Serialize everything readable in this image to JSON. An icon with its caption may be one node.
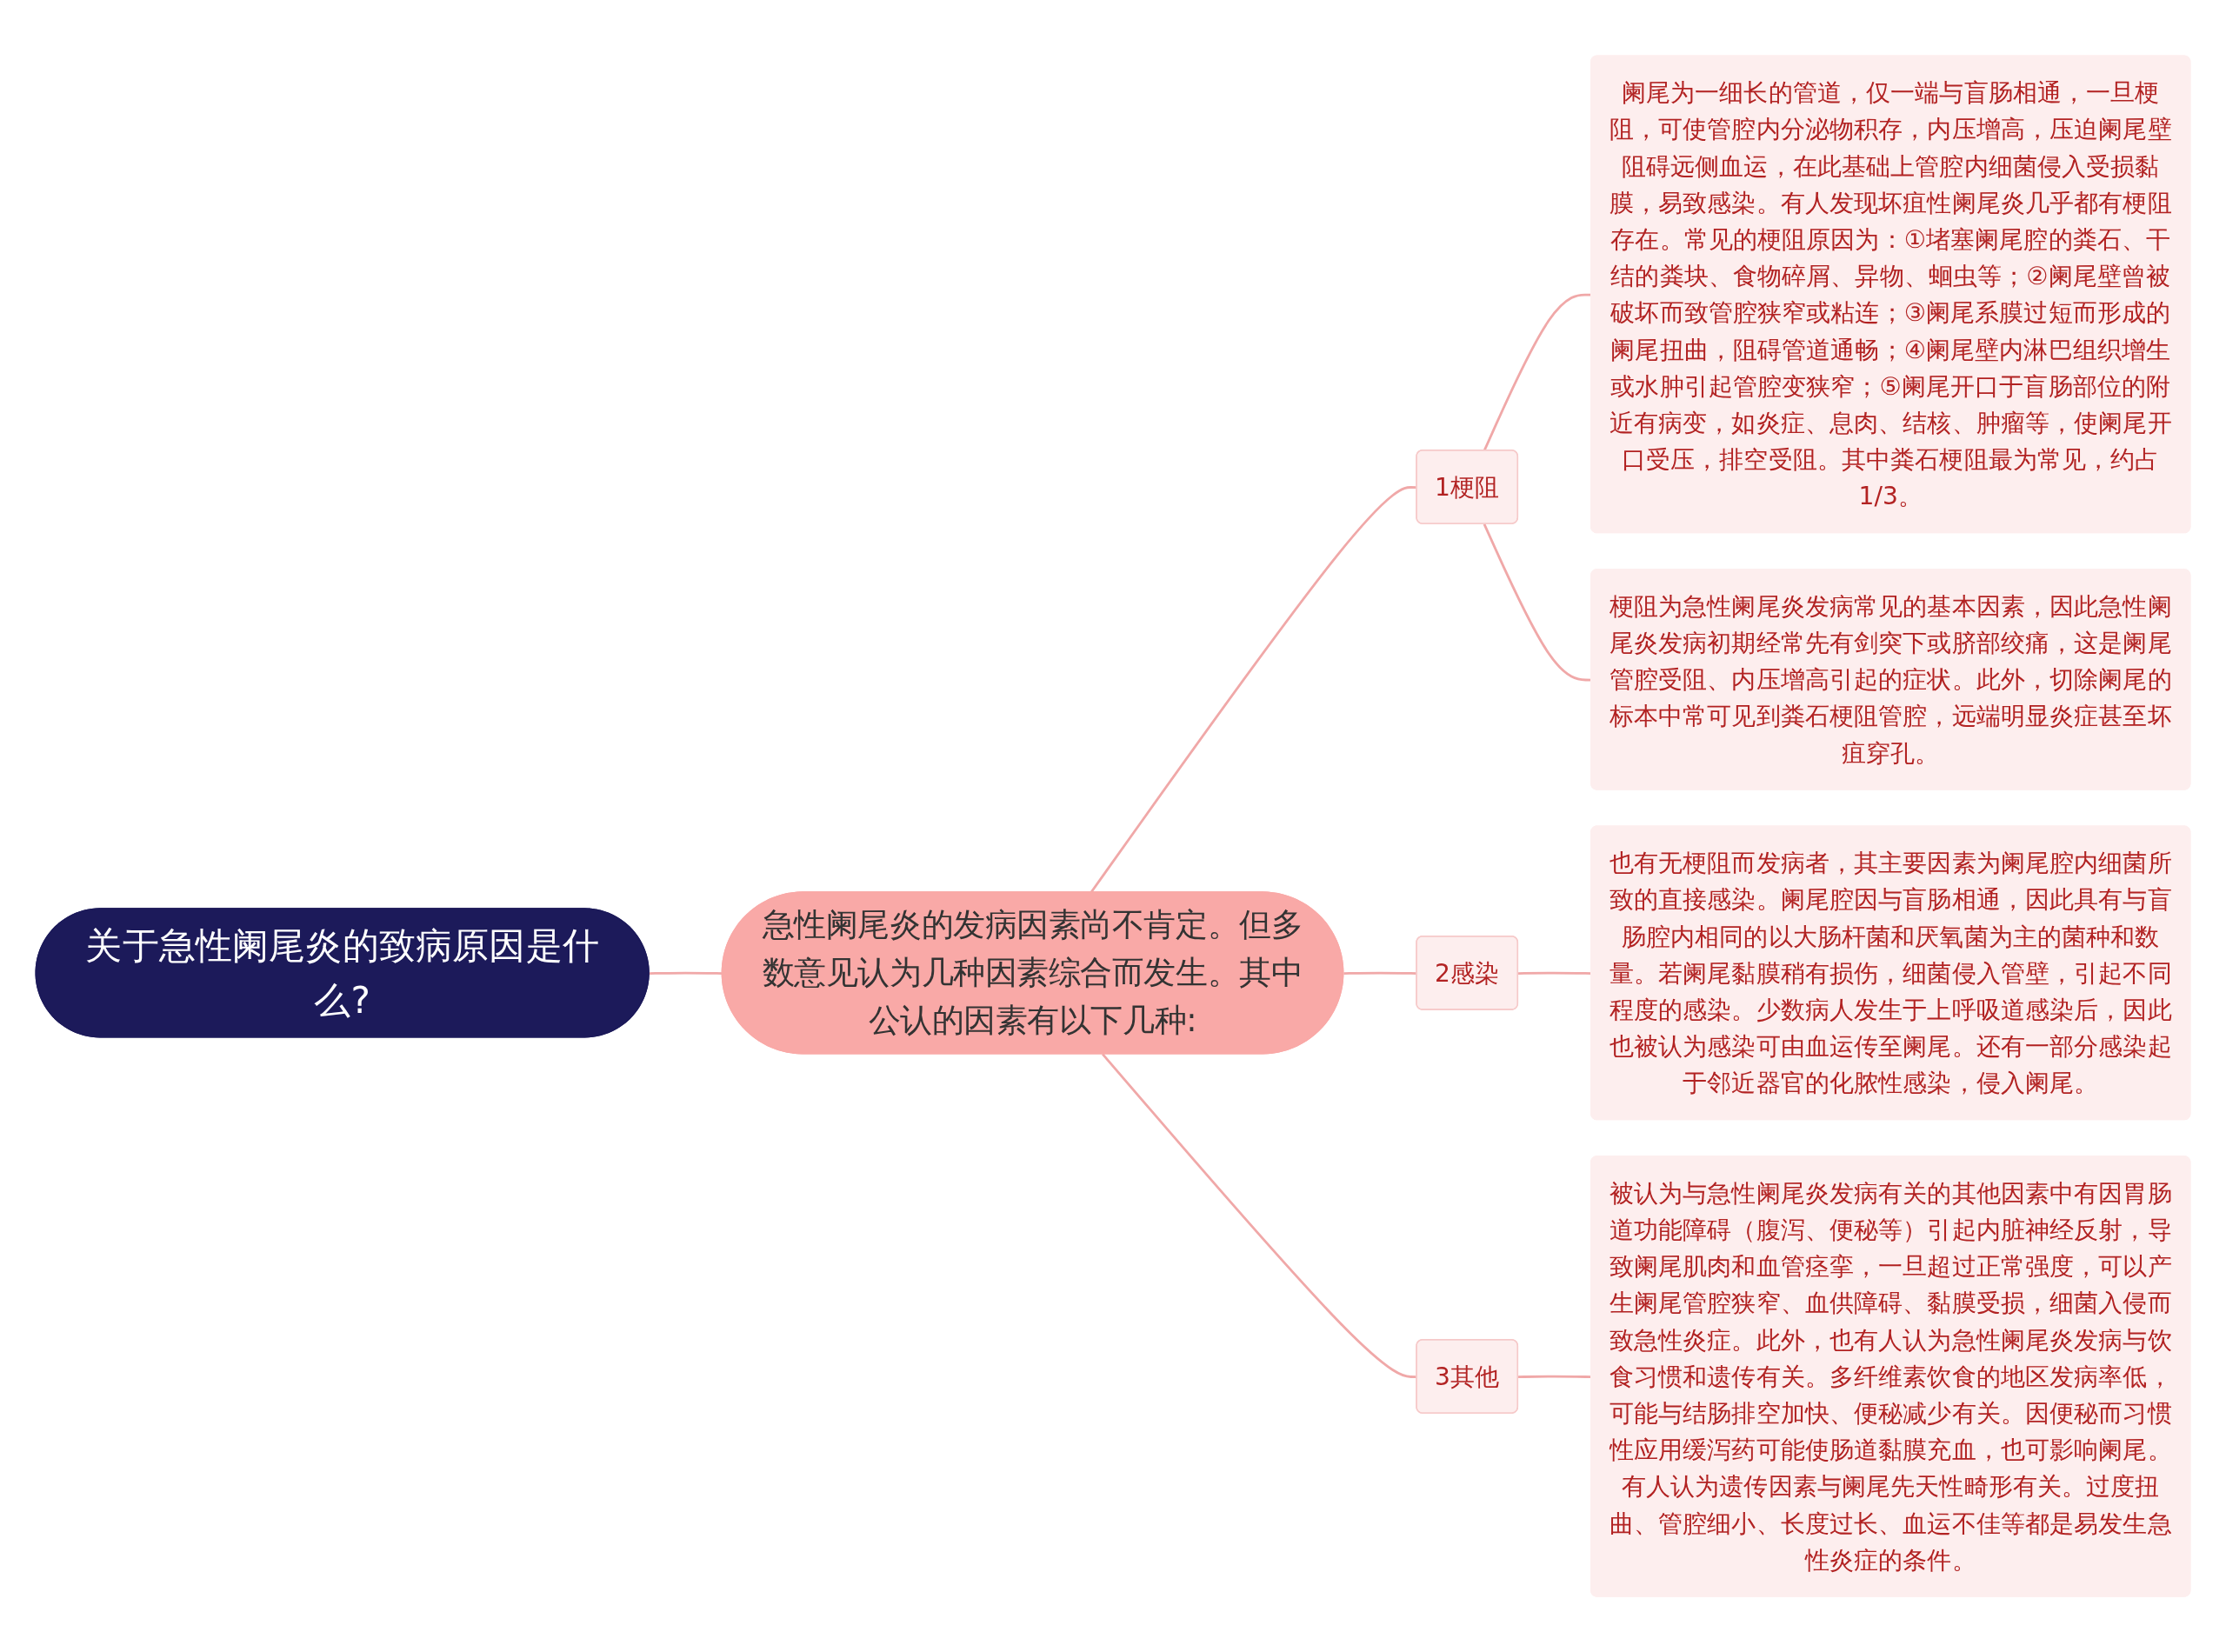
{
  "diagram": {
    "nodes": [
      {
        "text": [
          "关于急性阑尾炎的致病原因是什么?"
        ]
      },
      {
        "text": [
          "急性阑尾炎的发病因素尚不肯定。但多数意见认为几种因素综合而发生。其中公认的因素有以下几种:"
        ]
      },
      {
        "text": [
          "1梗阻"
        ]
      },
      {
        "text": [
          "阑尾为一细长的管道，仅一端与盲肠相通，一旦梗阻，可使管腔内分泌物积存，内压增高，压迫阑尾壁阻碍远侧血运，在此基础上管腔内细菌侵入受损黏膜，易致感染。有人发现坏疽性阑尾炎几乎都有梗阻存在。常见的梗阻原因为：①堵塞阑尾腔的粪石、干结的粪块、食物碎屑、异物、蛔虫等；②阑尾壁曾被破坏而致管腔狭窄或粘连；③阑尾系膜过短而形成的阑尾扭曲，阻碍管道通畅；④阑尾壁内淋巴组织增生或水肿引起管腔变狭窄；⑤阑尾开口于盲肠部位的附近有病变，如炎症、息肉、结核、肿瘤等，使阑尾开口受压，排空受阻。其中粪石梗阻最为常见，约占1/3。"
        ]
      },
      {
        "text": [
          "梗阻为急性阑尾炎发病常见的基本因素，因此急性阑尾炎发病初期经常先有剑突下或脐部绞痛，这是阑尾管腔受阻、内压增高引起的症状。此外，切除阑尾的标本中常可见到粪石梗阻管腔，远端明显炎症甚至坏疽穿孔。"
        ]
      },
      {
        "text": [
          "2感染"
        ]
      },
      {
        "text": [
          "也有无梗阻而发病者，其主要因素为阑尾腔内细菌所致的直接感染。阑尾腔因与盲肠相通，因此具有与盲肠腔内相同的以大肠杆菌和厌氧菌为主的菌种和数量。若阑尾黏膜稍有损伤，细菌侵入管壁，引起不同程度的感染。少数病人发生于上呼吸道感染后，因此也被认为感染可由血运传至阑尾。还有一部分感染起于邻近器官的化脓性感染，侵入阑尾。"
        ]
      },
      {
        "text": [
          "3其他"
        ]
      },
      {
        "text": [
          "被认为与急性阑尾炎发病有关的其他因素中有因胃肠道功能障碍（腹泻、便秘等）引起内脏神经反射，导致阑尾肌肉和血管痉挛，一旦超过正常强度，可以产生阑尾管腔狭窄、血供障碍、黏膜受损，细菌入侵而致急性炎症。此外，也有人认为急性阑尾炎发病与饮食习惯和遗传有关。多纤维素饮食的地区发病率低，可能与结肠排空加快、便秘减少有关。因便秘而习惯性应用缓泻药可能使肠道黏膜充血，也可影响阑尾。有人认为遗传因素与阑尾先天性畸形有关。过度扭曲、管腔细小、长度过长、血运不佳等都是易发生急性炎症的条件。"
        ]
      }
    ],
    "edges": [
      {
        "from": 0,
        "to": 1,
        "arrow": "none"
      },
      {
        "from": 1,
        "to": 2,
        "arrow": "none"
      },
      {
        "from": 2,
        "to": 3,
        "arrow": "none"
      },
      {
        "from": 2,
        "to": 4,
        "arrow": "none"
      },
      {
        "from": 1,
        "to": 5,
        "arrow": "none"
      },
      {
        "from": 5,
        "to": 6,
        "arrow": "none"
      },
      {
        "from": 1,
        "to": 7,
        "arrow": "none"
      },
      {
        "from": 7,
        "to": 8,
        "arrow": "none"
      }
    ]
  }
}
